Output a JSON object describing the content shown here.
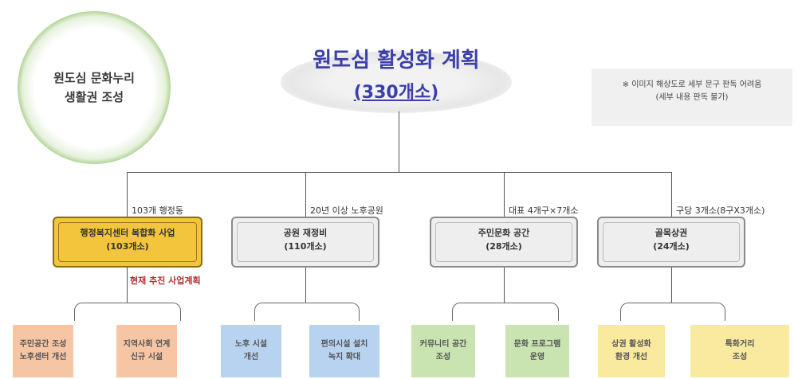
{
  "goal_circle": {
    "line1": "원도심 문화누리",
    "line2": "생활권 조성"
  },
  "title": {
    "line1": "원도심 활성화 계획",
    "line2": "(330개소)"
  },
  "note": {
    "line1": "※ 이미지 해상도로 세부 문구 판독 어려움",
    "line2": "(세부 내용 판독 불가)"
  },
  "branches": [
    {
      "label": "103개 행정동",
      "box_line1": "행정복지센터 복합화 사업",
      "box_line2": "(103개소)",
      "color": "#f2c53d",
      "leaves": [
        {
          "line1": "주민공간 조성",
          "line2": "노후센터 개선"
        },
        {
          "line1": "지역사회 연계",
          "line2": "신규 시설"
        }
      ],
      "leaf_color": "#f6c6a4"
    },
    {
      "label": "20년 이상 노후공원",
      "box_line1": "공원 재정비",
      "box_line2": "(110개소)",
      "color": "#eeeeee",
      "leaves": [
        {
          "line1": "노후 시설",
          "line2": "개선"
        },
        {
          "line1": "편의시설 설치",
          "line2": "녹지 확대"
        }
      ],
      "leaf_color": "#b7d3f0"
    },
    {
      "label": "대표 4개구×7개소",
      "box_line1": "주민문화 공간",
      "box_line2": "(28개소)",
      "color": "#eeeeee",
      "leaves": [
        {
          "line1": "커뮤니티 공간",
          "line2": "조성"
        },
        {
          "line1": "문화 프로그램",
          "line2": "운영"
        }
      ],
      "leaf_color": "#c9e4b0"
    },
    {
      "label": "구당 3개소(8구X3개소)",
      "box_line1": "골목상권",
      "box_line2": "(24개소)",
      "color": "#eeeeee",
      "leaves": [
        {
          "line1": "상권 활성화",
          "line2": "환경 개선"
        },
        {
          "line1": "특화거리",
          "line2": "조성"
        }
      ],
      "leaf_color": "#faeaa0"
    }
  ],
  "current_note": "현재 추진 사업계획"
}
